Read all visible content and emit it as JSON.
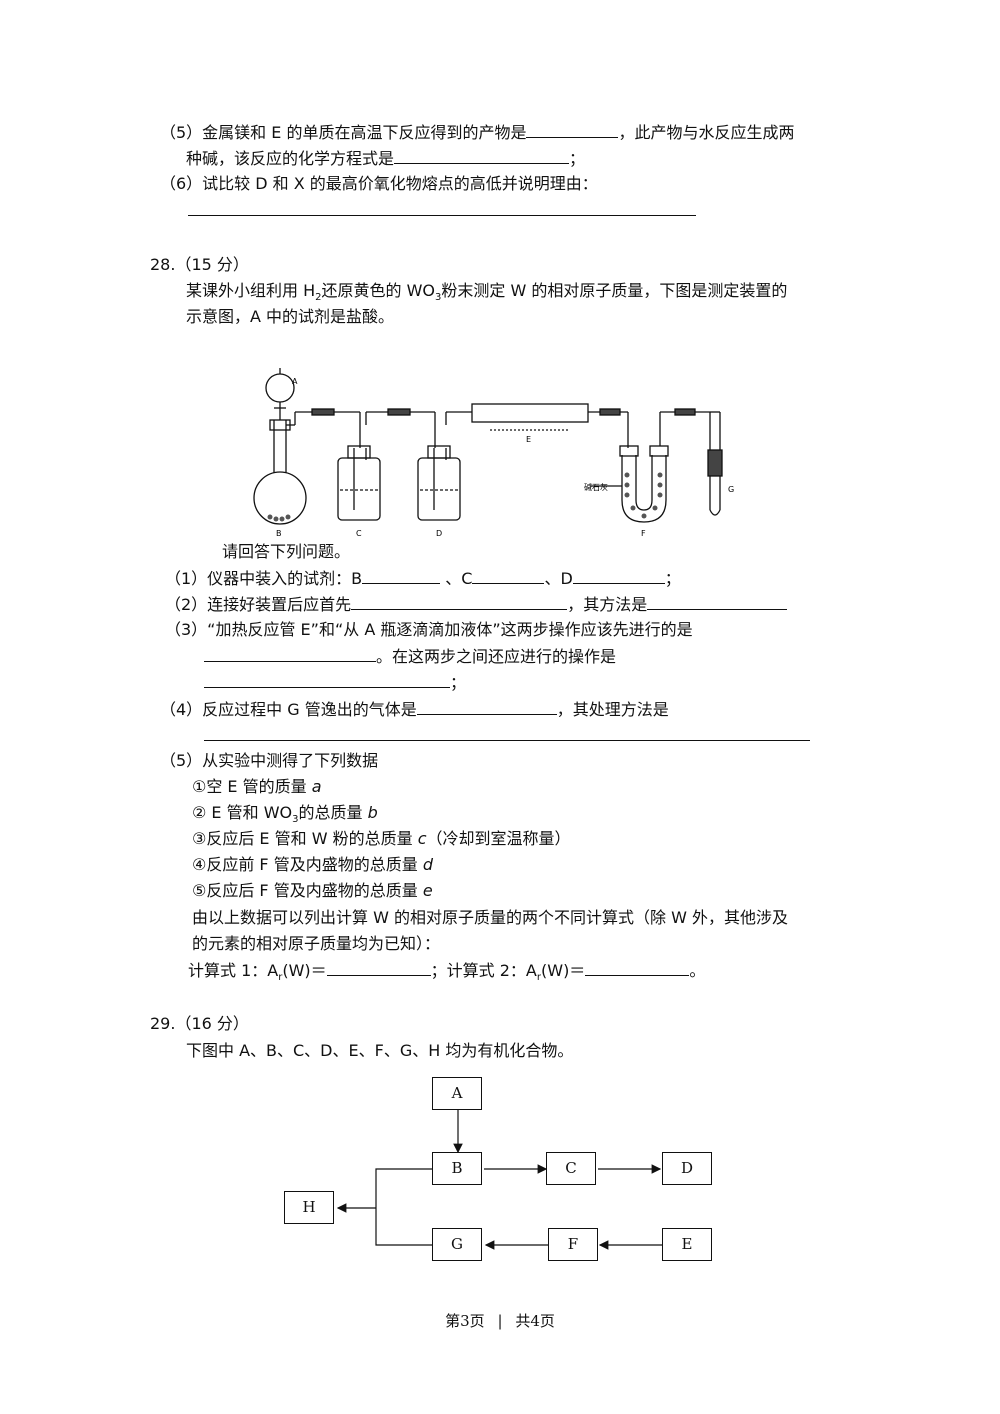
{
  "q27": {
    "item5_line1_pre": "（5）金属镁和 E 的单质在高温下反应得到的产物是",
    "item5_line1_post": "，此产物与水反应生成两",
    "item5_line2_pre": "种碱，该反应的化学方程式是",
    "item5_line2_post": "；",
    "item6_line1": "（6）试比较 D 和 X 的最高价氧化物熔点的高低并说明理由："
  },
  "q28": {
    "number": "28.（15 分）",
    "intro_line1_a": "某课外小组利用 H",
    "intro_line1_sub1": "2",
    "intro_line1_b": "还原黄色的 WO",
    "intro_line1_sub2": "3",
    "intro_line1_c": "粉末测定 W 的相对原子质量，下图是测定装置的",
    "intro_line2": "示意图，A 中的试剂是盐酸。",
    "apparatus_labels": {
      "A": "A",
      "B": "B",
      "C": "C",
      "D": "D",
      "E": "E",
      "F": "F",
      "G": "G",
      "soda_lime": "碱石灰"
    },
    "prompt": "请回答下列问题。",
    "s1_pre": "（1）仪器中装入的试剂：B",
    "s1_mid1": "、C",
    "s1_mid2": "、D",
    "s1_post": "；",
    "s2_pre": "（2）连接好装置后应首先",
    "s2_mid": "，其方法是",
    "s3_line1": "（3）“加热反应管 E”和“从 A 瓶逐滴滴加液体”这两步操作应该先进行的是",
    "s3_line2_post": "。在这两步之间还应进行的操作是",
    "s3_line3_post": "；",
    "s4_pre": "（4）反应过程中 G 管逸出的气体是",
    "s4_mid": "，其处理方法是",
    "s5_title": "（5）从实验中测得了下列数据",
    "d1_text": "①空 E 管的质量",
    "d1_var": "a",
    "d2_a": "② E 管和 WO",
    "d2_sub": "3",
    "d2_b": "的总质量",
    "d2_var": "b",
    "d3_text": "③反应后 E 管和 W 粉的总质量",
    "d3_var": "c",
    "d3_post": "（冷却到室温称量）",
    "d4_text": "④反应前 F 管及内盛物的总质量",
    "d4_var": "d",
    "d5_text": "⑤反应后 F 管及内盛物的总质量",
    "d5_var": "e",
    "calc_line1": "由以上数据可以列出计算 W 的相对原子质量的两个不同计算式（除 W 外，其他涉及",
    "calc_line2": "的元素的相对原子质量均为已知）：",
    "f1_a": "计算式 1：A",
    "f1_sub": "r",
    "f1_b": "(W)＝",
    "f2_a": "；计算式 2：A",
    "f2_sub": "r",
    "f2_b": "(W)＝",
    "f_end": "。"
  },
  "q29": {
    "number": "29.（16 分）",
    "intro": "下图中 A、B、C、D、E、F、G、H 均为有机化合物。",
    "nodes": [
      "A",
      "B",
      "C",
      "D",
      "E",
      "F",
      "G",
      "H"
    ]
  },
  "footer": {
    "current": "第3页",
    "sep": "|",
    "total": "共4页"
  }
}
